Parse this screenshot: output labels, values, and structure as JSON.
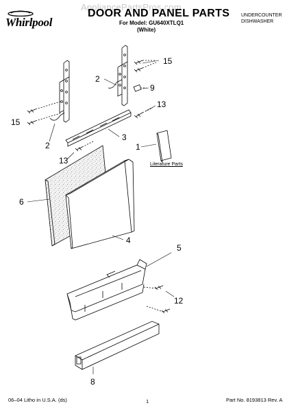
{
  "header": {
    "brand": "Whirlpool",
    "watermark": "AppliancePartsPros.com",
    "title": "DOOR AND PANEL PARTS",
    "model_line": "For Model: GU640XTLQ1",
    "model_color": "(White)",
    "product_type_line1": "UNDERCOUNTER",
    "product_type_line2": "DISHWASHER"
  },
  "parts": {
    "literature_label": "Literature Parts",
    "callouts": {
      "c15_top": "15",
      "c2_top": "2",
      "c9": "9",
      "c13_right": "13",
      "c15_left": "15",
      "c2_left": "2",
      "c3": "3",
      "c1": "1",
      "c13_left": "13",
      "c6": "6",
      "c4": "4",
      "c5": "5",
      "c12": "12",
      "c8": "8"
    }
  },
  "footer": {
    "left": "06–04 Litho in U.S.A. (ds)",
    "page": "1",
    "right": "Part No. 8193813 Rev. A"
  }
}
